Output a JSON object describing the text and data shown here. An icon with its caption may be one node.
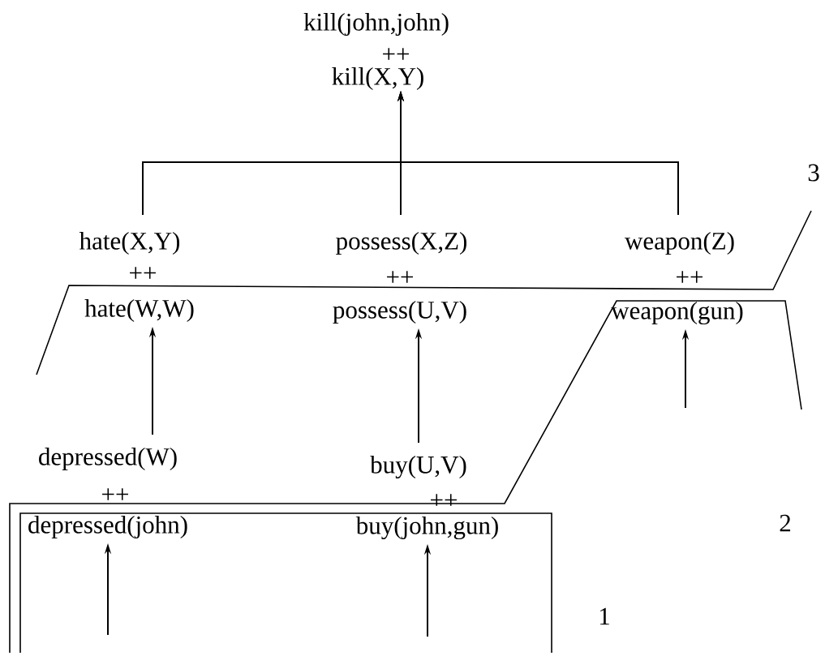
{
  "diagram": {
    "nodes": [
      {
        "text": [
          "kill(john,john)"
        ]
      },
      {
        "text": [
          "kill(X,Y)"
        ]
      },
      {
        "text": [
          "hate(X,Y)"
        ]
      },
      {
        "text": [
          "possess(X,Z)"
        ]
      },
      {
        "text": [
          "weapon(Z)"
        ]
      },
      {
        "text": [
          "hate(W,W)"
        ]
      },
      {
        "text": [
          "possess(U,V)"
        ]
      },
      {
        "text": [
          "weapon(gun)"
        ]
      },
      {
        "text": [
          "depressed(W)"
        ]
      },
      {
        "text": [
          "buy(U,V)"
        ]
      },
      {
        "text": [
          "depressed(john)"
        ]
      },
      {
        "text": [
          "buy(john,gun)"
        ]
      }
    ],
    "edges": [
      {
        "from": 2,
        "to": 1,
        "arrow": "to"
      },
      {
        "from": 3,
        "to": 1,
        "arrow": "to"
      },
      {
        "from": 4,
        "to": 1,
        "arrow": "to"
      },
      {
        "from": 8,
        "to": 5,
        "arrow": "to"
      },
      {
        "from": 9,
        "to": 6,
        "arrow": "to"
      },
      {
        "from": null,
        "to": 7,
        "arrow": "to"
      },
      {
        "from": null,
        "to": 10,
        "arrow": "to"
      },
      {
        "from": null,
        "to": 11,
        "arrow": "to"
      }
    ],
    "labels": [
      "++",
      "3",
      "++",
      "++",
      "++",
      "2",
      "++",
      "++",
      "1"
    ]
  }
}
